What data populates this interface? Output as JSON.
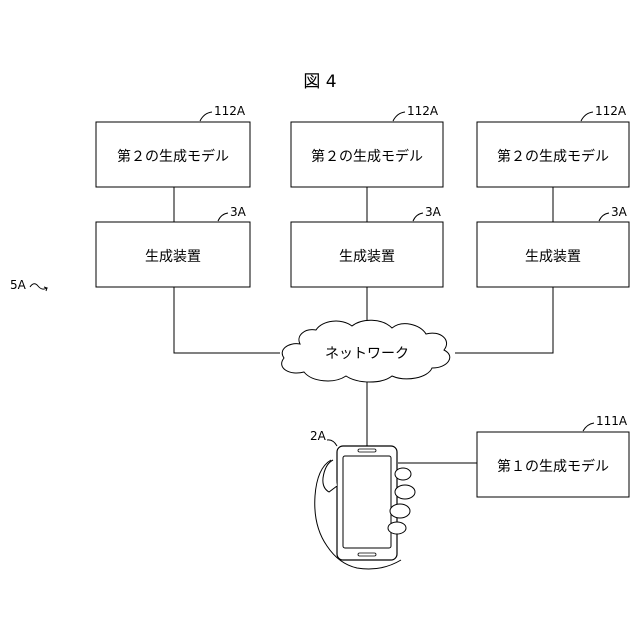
{
  "figure": {
    "title": "図 4"
  },
  "system": {
    "ref": "5A"
  },
  "models": [
    {
      "ref": "112A",
      "label": "第２の生成モデル"
    },
    {
      "ref": "112A",
      "label": "第２の生成モデル"
    },
    {
      "ref": "112A",
      "label": "第２の生成モデル"
    }
  ],
  "devices": [
    {
      "ref": "3A",
      "label": "生成装置"
    },
    {
      "ref": "3A",
      "label": "生成装置"
    },
    {
      "ref": "3A",
      "label": "生成装置"
    }
  ],
  "network": {
    "label": "ネットワーク"
  },
  "terminal": {
    "ref": "2A"
  },
  "first_model": {
    "ref": "111A",
    "label": "第１の生成モデル"
  }
}
